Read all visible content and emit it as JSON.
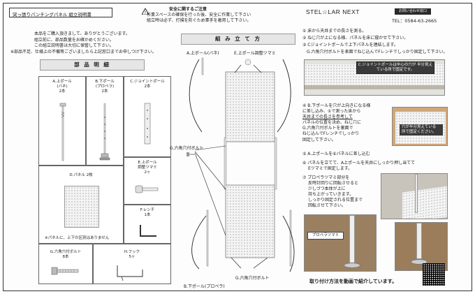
{
  "header": {
    "title": "突っ張りパンチングパネル 組立説明書",
    "warning_title": "安全に関するご注意",
    "warning_lines": [
      "作業スペースの確保を行った後、安全に作業して下さい",
      "組立時は必ず、打撲を防ぐため軍手を着用して下さい。"
    ],
    "brand": "STEL☆LAR NEXT",
    "contact_label": "お問い合わせ窓口",
    "tel": "TEL：0584-63-2665"
  },
  "intro": {
    "lines": [
      "本品をご購入頂きまして、ありがとうございます。",
      "組立前に、部品数量をお確かめください。",
      "この組立説明書は大切に保管して下さい。",
      "※部品不足、仕様上の不備等ございましたら上記窓口までお申しつけ下さい。"
    ]
  },
  "parts": {
    "heading": "部 品 明 細",
    "a": {
      "name": "A.上ポール",
      "sub": "(バネ)",
      "qty": "2本"
    },
    "b": {
      "name": "B.下ポール",
      "sub": "(プロペラ)",
      "qty": "2本"
    },
    "c": {
      "name": "C.ジョイントポール",
      "qty": "2本"
    },
    "d": {
      "name": "D.パネル 2枚"
    },
    "e": {
      "name": "E.上ポール",
      "sub": "調整ツマミ",
      "qty": "2ヶ"
    },
    "f": {
      "name": "F.レンチ",
      "qty": "1本"
    },
    "g": {
      "name": "G.六角穴付ボルト",
      "qty": "8本"
    },
    "h": {
      "name": "H.フック",
      "qty": "5ヶ"
    },
    "panel_note": "※パネルに、上下の区別はありません"
  },
  "assembly": {
    "heading": "組 み 立 て 方",
    "labels": {
      "top_pole": "A.上ポール(バネ)",
      "knob": "E.上ポール調整ツマミ",
      "bolt": "G.六角穴付ボルト",
      "bottom_pole": "B.下ポール(プロペラ)",
      "bolt2": "G.六角穴付ボルト"
    }
  },
  "steps": {
    "s1": "① 床から天井までの長さを測る。",
    "s2": "② ねじ穴が上になる様、パネルを床に寝かせて下さい。",
    "s3a": "③ Cジョイントポールで上下パネルを連結します。",
    "s3b": "G.六角穴付ボルトを表面でねじ込んでFレンチでしっかり固定して下さい。",
    "photo1_label": "C.ジョイントポールは中心の穴が 半分見えている所で固定です。",
    "s4": [
      "④ B.下ポールを穴が上向きになる様",
      "に差し込み、①で測った床から",
      "天井までの長さを参考して",
      "パネルの位置を決め、ねじ穴に",
      "G.六角穴付ボルトを裏面で",
      "ねじ込んでFレンチでしっかり",
      "固定して下さい。"
    ],
    "photo2_label": "穴が半分見えている 所で固定ください。",
    "s5": "⑤ A.上ポールを⑥パネルに差し込む",
    "s6": [
      "⑥ パネルを立てて、A上ポールを天井にしっかり押し当てて",
      "Eツマミで固定します。"
    ],
    "s7": [
      "⑦ プロペラツマミ部分を",
      "反時計回りに回転させると",
      "少しづつ本体が上に",
      "持ち上がっていきます。",
      "しっかり固定される位置まで",
      "回転させて下さい。"
    ],
    "propeller_label": "プロペラツマミ",
    "video": "取り付け方法を動画で紹介しています。"
  }
}
